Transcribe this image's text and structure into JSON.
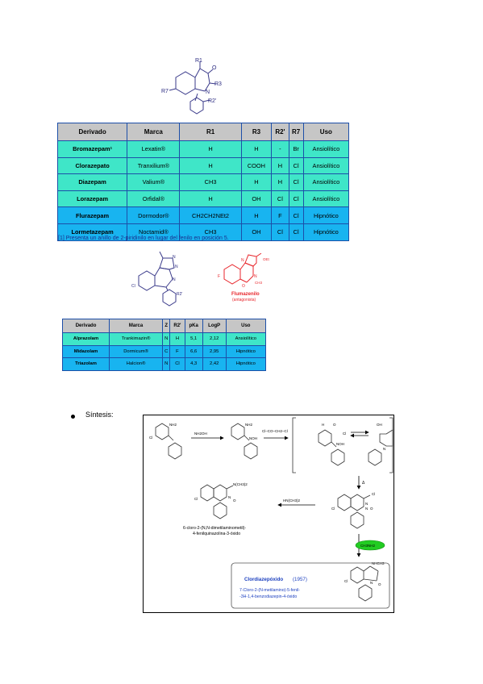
{
  "structure_top": {
    "labels": [
      "R1",
      "O",
      "R3",
      "N",
      "R7",
      "R2'"
    ]
  },
  "table1": {
    "headers": [
      "Derivado",
      "Marca",
      "R1",
      "R3",
      "R2'",
      "R7",
      "Uso"
    ],
    "rows": [
      {
        "derivado": "Bromazepam¹",
        "marca": "Lexatin®",
        "r1": "H",
        "r3": "H",
        "r2p": "-",
        "r7": "Br",
        "uso": "Ansiolítico",
        "style": "teal"
      },
      {
        "derivado": "Clorazepato",
        "marca": "Tranxilium®",
        "r1": "H",
        "r3": "COOH",
        "r2p": "H",
        "r7": "Cl",
        "uso": "Ansiolítico",
        "style": "teal"
      },
      {
        "derivado": "Diazepam",
        "marca": "Valium®",
        "r1": "CH3",
        "r3": "H",
        "r2p": "H",
        "r7": "Cl",
        "uso": "Ansiolítico",
        "style": "teal"
      },
      {
        "derivado": "Lorazepam",
        "marca": "Orfidal®",
        "r1": "H",
        "r3": "OH",
        "r2p": "Cl",
        "r7": "Cl",
        "uso": "Ansiolítico",
        "style": "teal"
      },
      {
        "derivado": "Flurazepam",
        "marca": "Dormodor®",
        "r1": "CH2CH2NEt2",
        "r3": "H",
        "r2p": "F",
        "r7": "Cl",
        "uso": "Hipnótico",
        "style": "blue"
      },
      {
        "derivado": "Lormetazepam",
        "marca": "Noctamid®",
        "r1": "CH3",
        "r3": "OH",
        "r2p": "Cl",
        "r7": "Cl",
        "uso": "Hipnótico",
        "style": "blue"
      }
    ]
  },
  "footnote": "[1] Presenta un anillo de 2-piridinilo en lugar del fenilo en posición 5.",
  "structures_mid": {
    "left_labels": [
      "N",
      "N",
      "N",
      "Cl",
      "R2'"
    ],
    "right_labels": [
      "N",
      "N",
      "O",
      "F",
      "CH3",
      "OEt"
    ],
    "flumazenil_name": "Flumazenilo",
    "flumazenil_note": "(antagonista)"
  },
  "table2": {
    "headers": [
      "Derivado",
      "Marca",
      "Z",
      "R2'",
      "pKa",
      "LogP",
      "Uso"
    ],
    "rows": [
      {
        "derivado": "Alprazolam",
        "marca": "Trankimazin®",
        "z": "N",
        "r2p": "H",
        "pka": "5,1",
        "logp": "2,12",
        "uso": "Ansiolítico",
        "style": "teal"
      },
      {
        "derivado": "Midazolam",
        "marca": "Dormicum®",
        "z": "C",
        "r2p": "F",
        "pka": "6,6",
        "logp": "2,95",
        "uso": "Hipnótico",
        "style": "blue"
      },
      {
        "derivado": "Triazolam",
        "marca": "Halcion®",
        "z": "N",
        "r2p": "Cl",
        "pka": "4,3",
        "logp": "2,42",
        "uso": "Hipnótico",
        "style": "blue"
      }
    ]
  },
  "bullet": "Síntesis:",
  "synthesis": {
    "reagent_1": "NH2OH",
    "reagent_2": "Cl–CO–CH2–Cl",
    "reagent_3": "HN(CH3)2",
    "reagent_4": "CH3NH2",
    "heat": "Δ",
    "labels": [
      "NH2",
      "Cl",
      "NOH",
      "NH2",
      "H",
      "O",
      "Cl",
      "NOH",
      "OH",
      "N",
      "Cl",
      "N(CH3)2",
      "Cl",
      "N",
      "O",
      "N",
      "Cl",
      "N",
      "O",
      "NHCH3",
      "Cl",
      "N",
      "O"
    ],
    "product_a_name": "6-cloro-2-(N,N-dimetilaminometil)-4-fenilquinazolina-3-óxido",
    "product_a_line1": "6-cloro-2-(N,N-dimetilaminometil)-",
    "product_a_line2": "4-fenilquinazolina-3-óxido",
    "final_name": "Clordiazepóxido",
    "final_year": "(1957)",
    "final_iupac_line1": "7-Cloro-2-(N-metilamino)-5-fenil-",
    "final_iupac_line2": "-3H-1,4-benzodiazepin-4-óxido"
  },
  "colors": {
    "header_gray": "#c6c6c6",
    "teal": "#3fe6c8",
    "blue": "#18b4f0",
    "border_blue": "#1d4fa8",
    "flumazenil_red": "#e8262c",
    "final_title_blue": "#1b3fbf",
    "reagent_green": "#22cc22"
  }
}
